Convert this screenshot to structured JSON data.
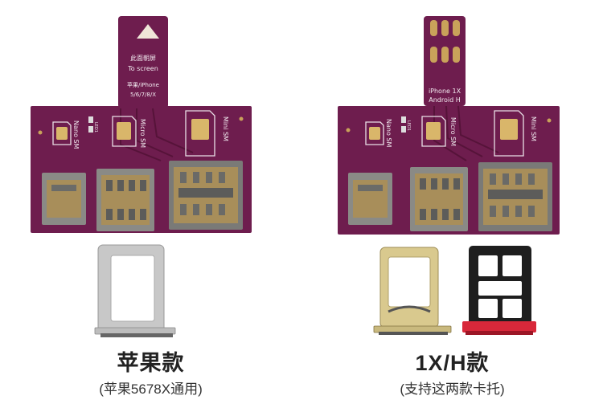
{
  "left": {
    "pcb_label_cn": "此面朝屏",
    "pcb_label_en": "To screen",
    "pcb_model_line1": "苹果/iPhone",
    "pcb_model_line2": "5/6/7/8/X",
    "slot_labels": [
      "Nano SM",
      "Micro SM",
      "Mini SM"
    ],
    "led_label": "LED1",
    "caption": "苹果款",
    "subcaption": "(苹果5678X通用)"
  },
  "right": {
    "pcb_model_line1": "iPhone 1X",
    "pcb_model_line2": "Android H",
    "slot_labels": [
      "Nano SM",
      "Micro SM",
      "Mini SM"
    ],
    "led_label": "LED1",
    "caption": "1X/H款",
    "subcaption": "(支持这两款卡托)"
  },
  "colors": {
    "pcb": "#6e1d4e",
    "pcb_dark": "#561339",
    "gold": "#c9a25a",
    "tray_silver": "#c8c8c8",
    "tray_gold": "#d9c98e",
    "tray_red": "#d8283a"
  }
}
